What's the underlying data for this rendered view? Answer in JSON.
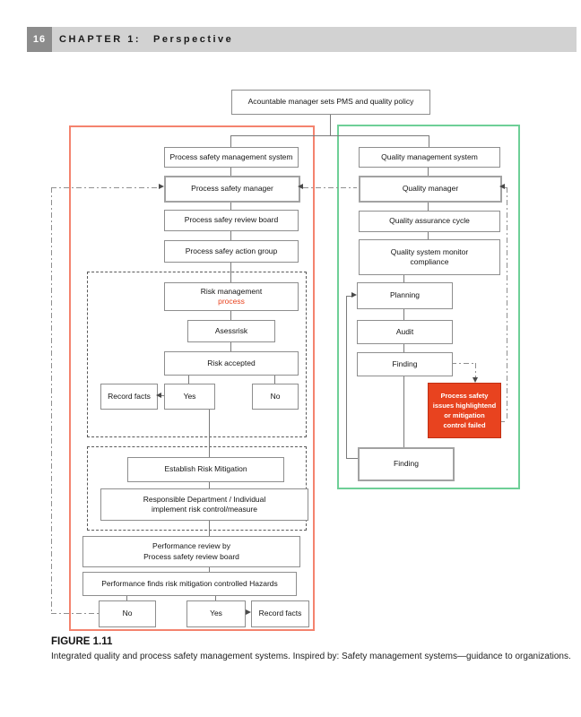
{
  "page": {
    "number": "16",
    "chapter_label": "CHAPTER 1:",
    "chapter_title": "Perspective"
  },
  "figure": {
    "label": "FIGURE 1.11",
    "caption": "Integrated quality and process safety management systems. Inspired by: Safety management systems—guidance to organizations."
  },
  "diagram": {
    "top_box": "Acountable manager sets PMS and quality policy",
    "left_column": {
      "psms": "Process safety management system",
      "manager": "Process safety manager",
      "review_board": "Process safey review board",
      "action_group": "Process safey action group",
      "risk_mgmt_line1": "Risk management",
      "risk_mgmt_line2": "process",
      "assess_risk": "Asessrisk",
      "risk_accepted": "Risk accepted",
      "record_facts_1": "Record facts",
      "yes_1": "Yes",
      "no_1": "No",
      "establish": "Establish Risk Mitigation",
      "responsible_line1": "Responsible Department / Individual",
      "responsible_line2": "implement risk control/measure",
      "perf_review_line1": "Performance review by",
      "perf_review_line2": "Process safety review board",
      "perf_finds": "Performance finds risk mitigation controlled Hazards",
      "no_2": "No",
      "yes_2": "Yes",
      "record_facts_2": "Record facts"
    },
    "right_column": {
      "qms": "Quality management system",
      "manager": "Quality manager",
      "assurance": "Quality assurance cycle",
      "monitor_line1": "Quality system monitor",
      "monitor_line2": "compliance",
      "planning": "Planning",
      "audit": "Audit",
      "finding_1": "Finding",
      "alert_line1": "Process safety",
      "alert_line2": "issues highlightend",
      "alert_line3": "or mitigation",
      "alert_line4": "control failed",
      "finding_2": "Finding"
    },
    "colors": {
      "red_frame": "#f4836e",
      "green_frame": "#6ecf97",
      "alert_fill": "#e8431f",
      "accent_text": "#e8431f"
    }
  }
}
